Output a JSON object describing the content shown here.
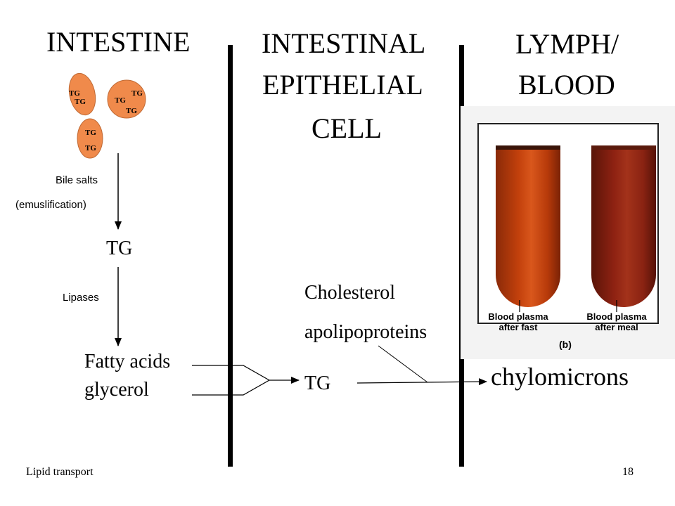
{
  "columns": {
    "intestine": "INTESTINE",
    "epithelial": [
      "INTESTINAL",
      "EPITHELIAL",
      "CELL"
    ],
    "blood": [
      "LYMPH/",
      "BLOOD"
    ]
  },
  "droplets": [
    {
      "labels": [
        "TG",
        "TG"
      ]
    },
    {
      "labels": [
        "TG",
        "TG",
        "TG"
      ]
    },
    {
      "labels": [
        "TG",
        "TG"
      ]
    }
  ],
  "steps": {
    "bile_label": "Bile salts",
    "emulsification_label": "(emuslification)",
    "tg_after_bile": "TG",
    "lipases_label": "Lipases",
    "products": [
      "Fatty acids",
      "glycerol"
    ],
    "tg_in_cell": "TG",
    "cholesterol": "Cholesterol",
    "apolipoproteins": "apolipoproteins",
    "result": "chylomicrons"
  },
  "photo": {
    "captions": [
      [
        "Blood plasma",
        "after fast"
      ],
      [
        "Blood plasma",
        "after meal"
      ]
    ],
    "panel_tag": "(b)",
    "tube_colors": {
      "fast": "#c2400c",
      "meal": "#8e2212",
      "rim": "#3a1408"
    }
  },
  "footer": {
    "title": "Lipid transport",
    "page": "18"
  },
  "colors": {
    "droplet": "#f08a4b",
    "droplet_edge": "#c06a35",
    "ink": "#000000",
    "photo_bg": "#f3f3f3"
  }
}
